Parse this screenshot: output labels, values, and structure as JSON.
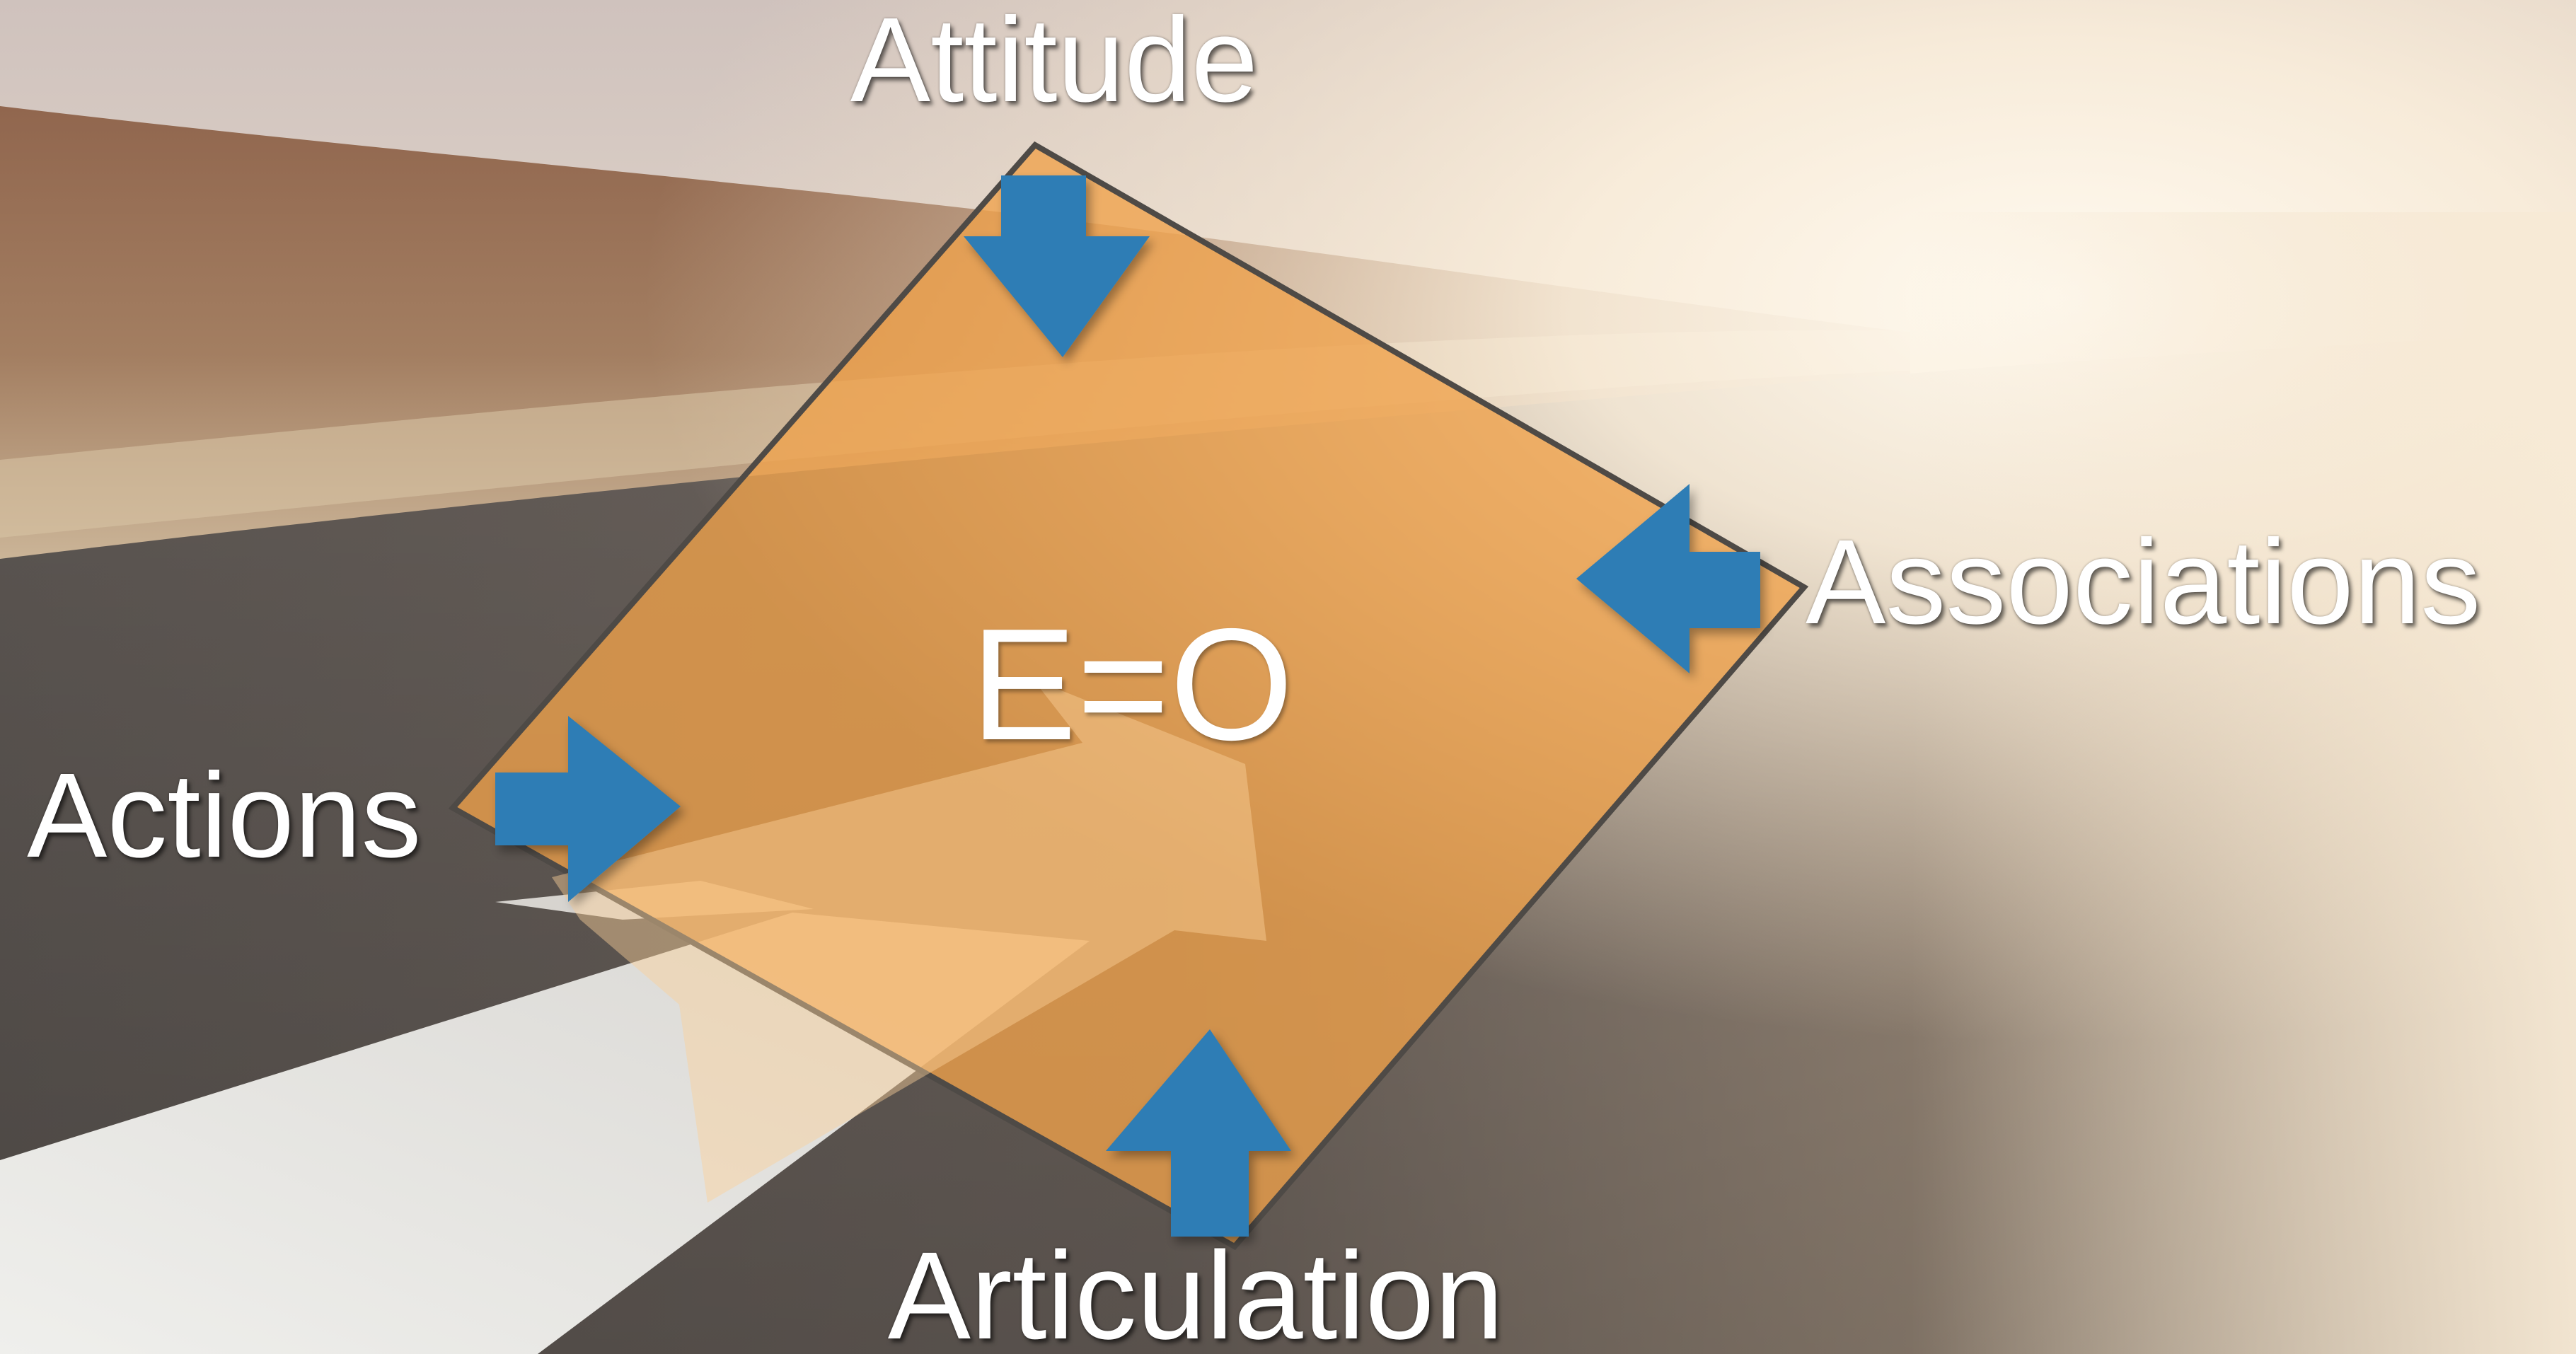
{
  "diagram": {
    "center_label": "E=O",
    "labels": {
      "top": "Attitude",
      "right": "Associations",
      "left": "Actions",
      "bottom": "Articulation"
    },
    "arrows": [
      {
        "name": "attitude-arrow",
        "points": "down"
      },
      {
        "name": "associations-arrow",
        "points": "left"
      },
      {
        "name": "actions-arrow",
        "points": "right"
      },
      {
        "name": "articulation-arrow",
        "points": "up"
      }
    ],
    "colors": {
      "diamond_fill": "#f0a24a",
      "diamond_border": "#4e4a46",
      "arrow": "#2e7db5",
      "label_text": "#ffffff"
    }
  }
}
